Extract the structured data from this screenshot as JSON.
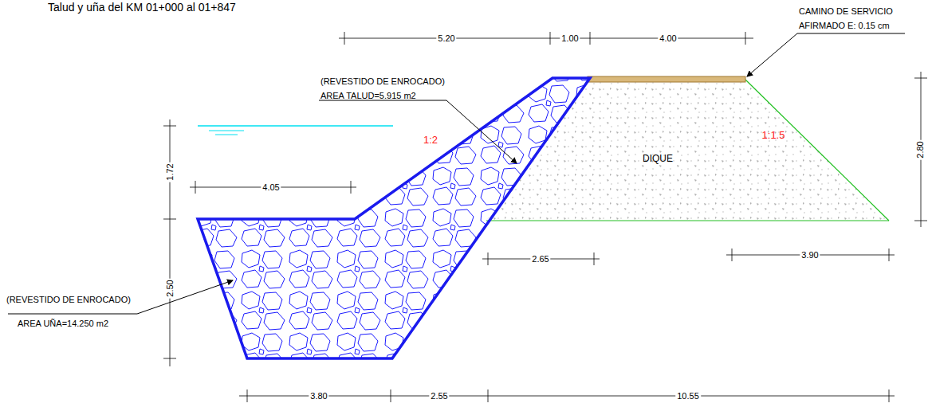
{
  "diagram": {
    "labels": [
      "Talud y uña del KM 01+000 al 01+847",
      "CAMINO DE SERVICIO",
      "AFIRMADO E: 0.15 cm",
      "5.20",
      "1.00",
      "4.00",
      "(REVESTIDO DE ENROCADO)",
      "AREA TALUD=5.915 m2",
      "1:2",
      "DIQUE",
      "1:1.5",
      "2.80",
      "1.72",
      "4.05",
      "2.65",
      "3.90",
      "2.50",
      "(REVESTIDO DE ENROCADO)",
      "AREA UÑA=14.250 m2",
      "3.80",
      "2.55",
      "10.55"
    ]
  }
}
